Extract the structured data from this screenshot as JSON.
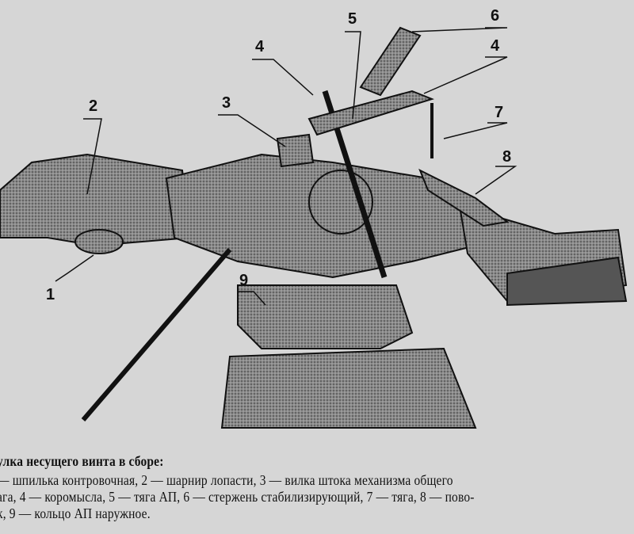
{
  "figure": {
    "callouts": [
      "1",
      "2",
      "3",
      "4",
      "5",
      "6",
      "4",
      "7",
      "8",
      "9"
    ]
  },
  "caption": {
    "title": "улка несущего винта в сборе:",
    "lines": [
      "— шпилька контровочная, 2 — шарнир лопасти, 3 — вилка штока механизма общего",
      "ага, 4 — коромысла, 5 — тяга АП, 6 — стержень стабилизирующий, 7 — тяга, 8 — пово-",
      "к, 9 — кольцо АП наружное."
    ]
  }
}
